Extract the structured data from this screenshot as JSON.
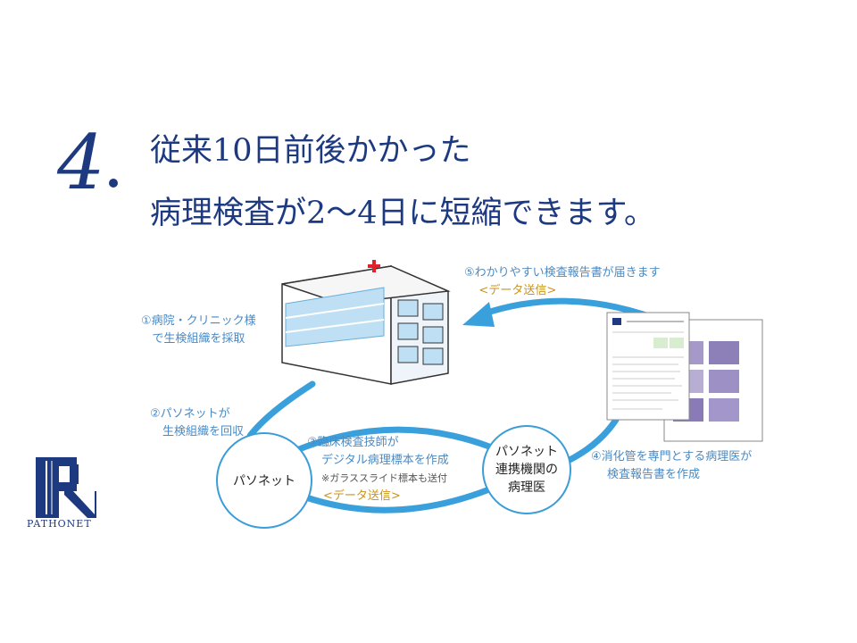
{
  "headline": {
    "number": "4",
    "line1": "従来10日前後かかった",
    "line2": "病理検査が2〜4日に短縮できます。"
  },
  "steps": {
    "s1_line1": "①病院・クリニック様",
    "s1_line2": "で生検組織を採取",
    "s2_line1": "②パソネットが",
    "s2_line2": "生検組織を回収",
    "s3_line1": "③臨床検査技師が",
    "s3_line2": "デジタル病理標本を作成",
    "s3_note": "※ガラススライド標本も送付",
    "s3_tag": "<データ送信>",
    "s4_line1": "④消化管を専門とする病理医が",
    "s4_line2": "検査報告書を作成",
    "s5_line1": "⑤わかりやすい検査報告書が届きます",
    "s5_tag": "<データ送信>"
  },
  "nodes": {
    "pathonet": "パソネット",
    "partner_l1": "パソネット",
    "partner_l2": "連携機関の",
    "partner_l3": "病理医"
  },
  "logo": {
    "text": "PATHONET"
  },
  "colors": {
    "navy": "#1d3a80",
    "blue": "#3a9dd8",
    "step_text": "#4a8ac4",
    "tag": "#c9931f",
    "red_cross": "#e0202a"
  }
}
